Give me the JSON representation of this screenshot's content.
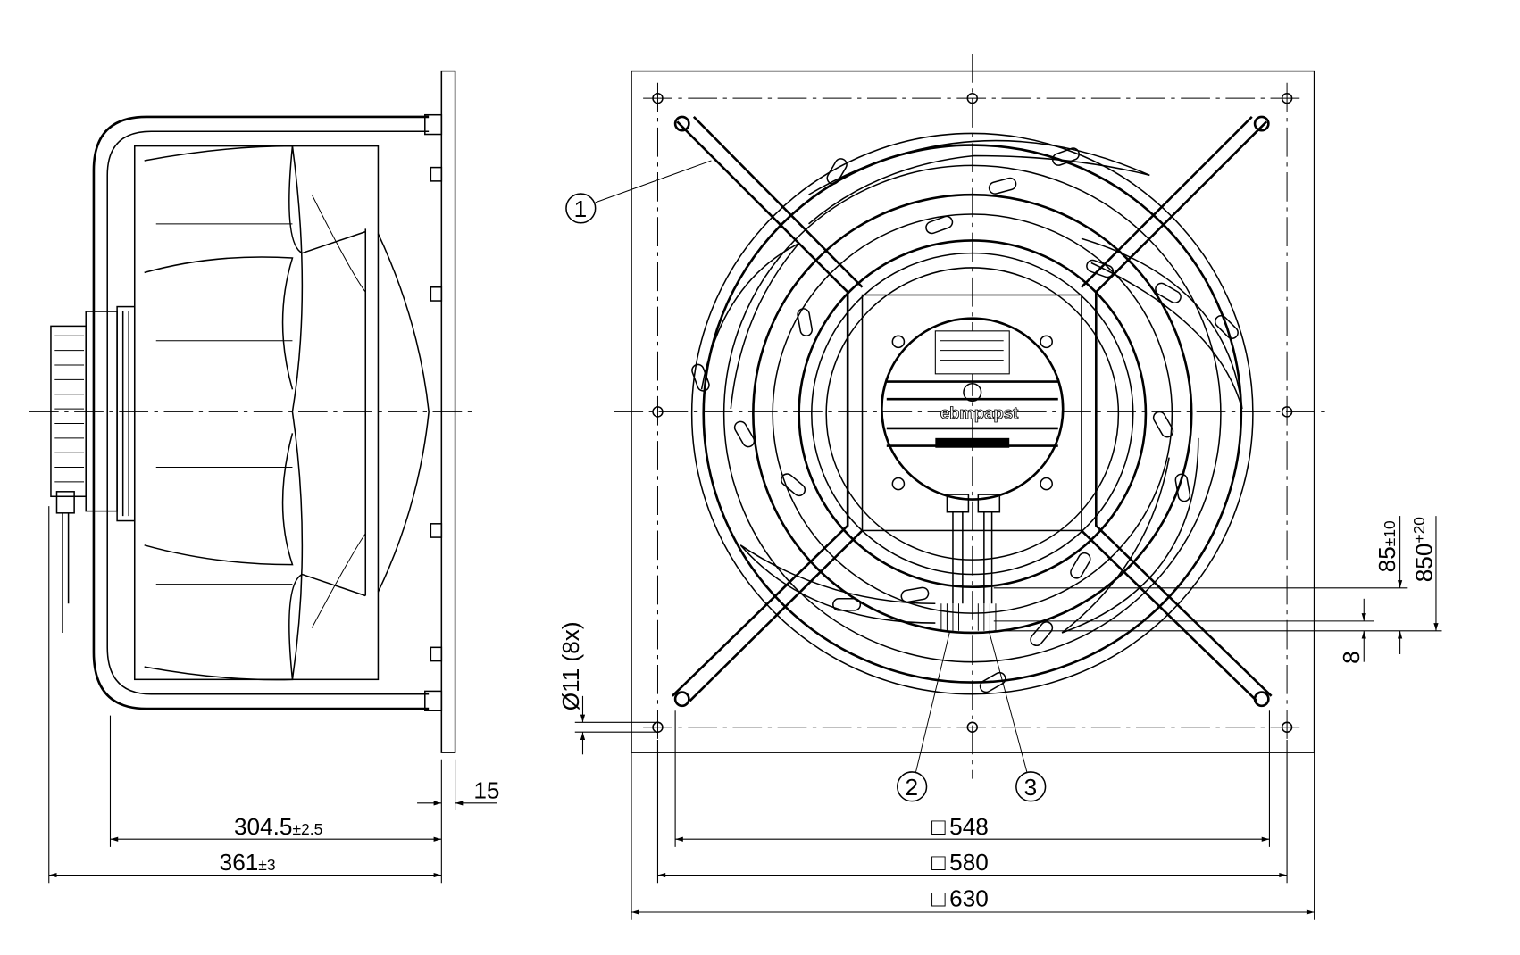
{
  "drawing": {
    "brand_logo": "ebmpapst",
    "callouts": [
      "1",
      "2",
      "3"
    ],
    "side_view": {
      "dim_depth_inner": {
        "value": "304.5",
        "tol": "±2.5"
      },
      "dim_depth_total": {
        "value": "361",
        "tol": "±3"
      },
      "dim_flange": "15"
    },
    "front_view": {
      "dim_hole_spacing_inner": "548",
      "dim_hole_spacing": "580",
      "dim_plate": "630",
      "square_symbol": "□",
      "hole_diameter": "Ø11 (8x)",
      "dim_cable_a": {
        "value": "85",
        "tol": "±10"
      },
      "dim_cable_b": {
        "value": "850",
        "tol": "+20"
      },
      "dim_cable_c": "8"
    }
  }
}
